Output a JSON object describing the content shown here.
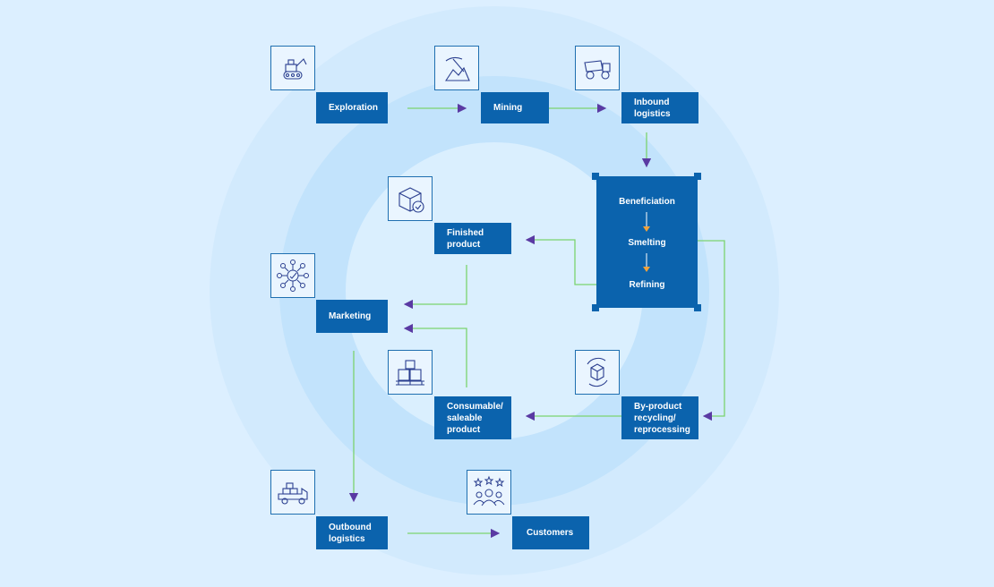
{
  "colors": {
    "background": "#dcefff",
    "box": "#0b63ad",
    "connector": "#7bd36f",
    "arrowhead": "#5a3aa3",
    "inner_arrow": "#f2a23a"
  },
  "nodes": {
    "exploration": {
      "label": "Exploration",
      "icon": "excavator-icon"
    },
    "mining": {
      "label": "Mining",
      "icon": "pickaxe-icon"
    },
    "inbound": {
      "label": "Inbound logistics",
      "icon": "dump-truck-icon"
    },
    "finished": {
      "label": "Finished product",
      "icon": "checked-box-icon"
    },
    "marketing": {
      "label": "Marketing",
      "icon": "network-icon"
    },
    "consumable": {
      "label": "Consumable/ saleable product",
      "icon": "pallet-boxes-icon"
    },
    "byproduct": {
      "label": "By-product recycling/ reprocessing",
      "icon": "recycle-box-icon"
    },
    "outbound": {
      "label": "Outbound logistics",
      "icon": "delivery-truck-icon"
    },
    "customers": {
      "label": "Customers",
      "icon": "people-stars-icon"
    }
  },
  "process": {
    "steps": [
      "Beneficiation",
      "Smelting",
      "Refining"
    ]
  }
}
